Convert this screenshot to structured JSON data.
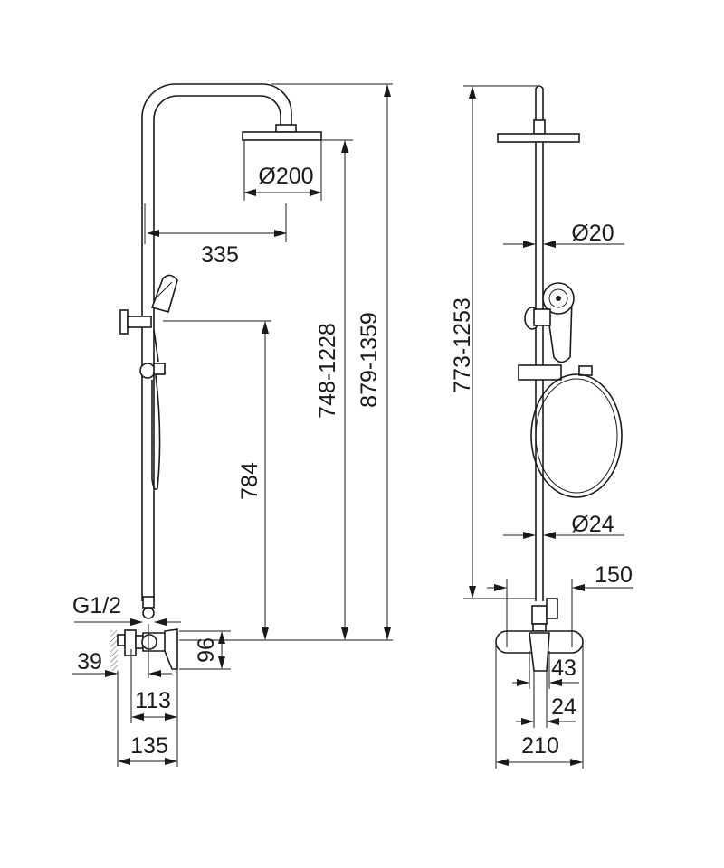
{
  "side_view": {
    "dims": {
      "head_diameter": "Ø200",
      "arm_projection": "335",
      "slider_height": "784",
      "head_height_range": "748-1228",
      "total_height_range": "879-1359",
      "connection": "G1/2",
      "mixer_height": "96",
      "wall_offset": "39",
      "mixer_depth_inner": "113",
      "mixer_depth_total": "135"
    }
  },
  "front_view": {
    "dims": {
      "pipe_diameter_top": "Ø20",
      "height_range": "773-1253",
      "pipe_diameter_bottom": "Ø24",
      "connection_spacing": "150",
      "handle_width": "43",
      "spout_width": "24",
      "mixer_width": "210"
    }
  }
}
